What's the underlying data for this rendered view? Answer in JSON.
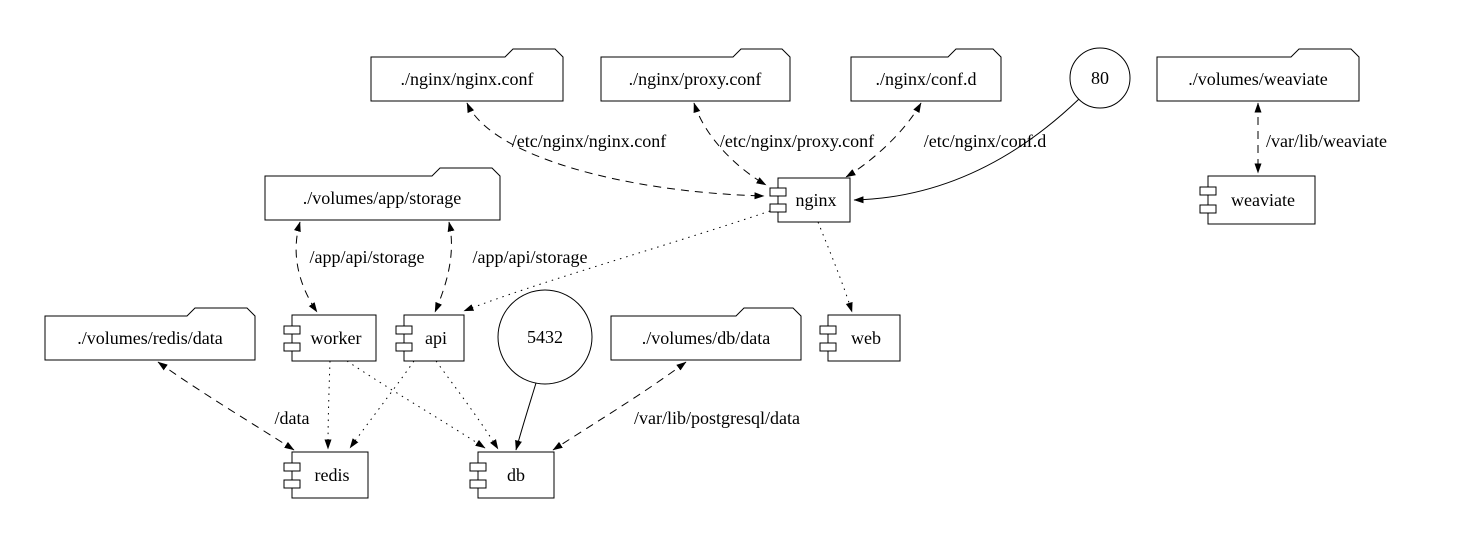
{
  "diagram": {
    "type": "docker-compose-graph",
    "colors": {
      "background": "#ffffff",
      "stroke": "#000000",
      "fill": "#ffffff"
    },
    "nodes": {
      "nginx_conf_file": {
        "label": "./nginx/nginx.conf",
        "type": "folder"
      },
      "proxy_conf_file": {
        "label": "./nginx/proxy.conf",
        "type": "folder"
      },
      "conf_d_dir": {
        "label": "./nginx/conf.d",
        "type": "folder"
      },
      "port_80": {
        "label": "80",
        "type": "port"
      },
      "weaviate_volume": {
        "label": "./volumes/weaviate",
        "type": "folder"
      },
      "app_storage_volume": {
        "label": "./volumes/app/storage",
        "type": "folder"
      },
      "nginx": {
        "label": "nginx",
        "type": "service"
      },
      "weaviate": {
        "label": "weaviate",
        "type": "service"
      },
      "redis_data_volume": {
        "label": "./volumes/redis/data",
        "type": "folder"
      },
      "worker": {
        "label": "worker",
        "type": "service"
      },
      "api": {
        "label": "api",
        "type": "service"
      },
      "port_5432": {
        "label": "5432",
        "type": "port"
      },
      "db_data_volume": {
        "label": "./volumes/db/data",
        "type": "folder"
      },
      "web": {
        "label": "web",
        "type": "service"
      },
      "redis": {
        "label": "redis",
        "type": "service"
      },
      "db": {
        "label": "db",
        "type": "service"
      }
    },
    "edges": {
      "nginx_conf_mount": {
        "label": "/etc/nginx/nginx.conf",
        "style": "dashed",
        "dir": "both"
      },
      "proxy_conf_mount": {
        "label": "/etc/nginx/proxy.conf",
        "style": "dashed",
        "dir": "both"
      },
      "conf_d_mount": {
        "label": "/etc/nginx/conf.d",
        "style": "dashed",
        "dir": "both"
      },
      "port_80_to_nginx": {
        "label": "",
        "style": "solid",
        "dir": "forward"
      },
      "weaviate_mount": {
        "label": "/var/lib/weaviate",
        "style": "dashed",
        "dir": "both"
      },
      "storage_to_worker": {
        "label": "/app/api/storage",
        "style": "dashed",
        "dir": "both"
      },
      "storage_to_api": {
        "label": "/app/api/storage",
        "style": "dashed",
        "dir": "both"
      },
      "nginx_to_api": {
        "label": "",
        "style": "dotted",
        "dir": "forward"
      },
      "nginx_to_web": {
        "label": "",
        "style": "dotted",
        "dir": "forward"
      },
      "worker_to_redis": {
        "label": "",
        "style": "dotted",
        "dir": "forward"
      },
      "worker_to_db": {
        "label": "",
        "style": "dotted",
        "dir": "forward"
      },
      "api_to_redis": {
        "label": "",
        "style": "dotted",
        "dir": "forward"
      },
      "api_to_db": {
        "label": "",
        "style": "dotted",
        "dir": "forward"
      },
      "redis_mount": {
        "label": "/data",
        "style": "dashed",
        "dir": "both"
      },
      "db_mount": {
        "label": "/var/lib/postgresql/data",
        "style": "dashed",
        "dir": "both"
      },
      "port_5432_to_db": {
        "label": "",
        "style": "solid",
        "dir": "forward"
      }
    }
  }
}
